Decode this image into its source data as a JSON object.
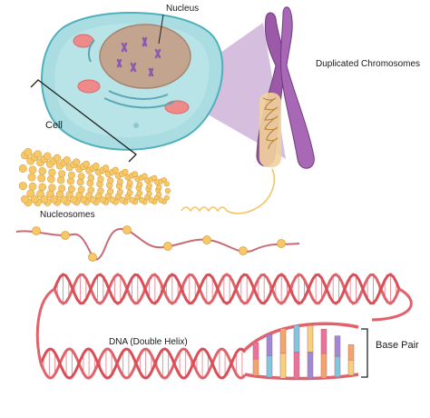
{
  "labels": {
    "nucleus": "Nucleus",
    "duplicated_chromosomes": "Duplicated Chromosomes",
    "cell": "Cell",
    "nucleosomes": "Nucleosomes",
    "dna": "DNA (Double Helix)",
    "base_pair": "Base Pair"
  },
  "colors": {
    "cell_fill": "#a9dde2",
    "cell_outline": "#4fb0bb",
    "nucleus_fill": "#c3a48f",
    "chromosome": "#9b59a8",
    "chromosome_dark": "#6f3c80",
    "dna_strand": "#e0636b",
    "nucleosome": "#f6c86a",
    "base_pair_colors": [
      "#e8739b",
      "#9b8bd6",
      "#f2a66b",
      "#7fc7e0",
      "#f3d27a"
    ]
  }
}
